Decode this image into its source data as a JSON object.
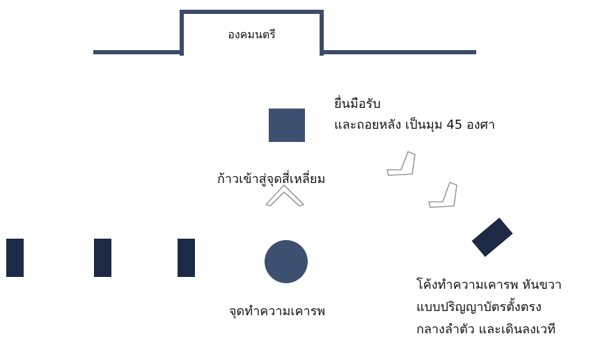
{
  "stage": {
    "label": "องคมนตรี"
  },
  "labels": {
    "approach": "ก้าวเข้าสู่จุดสี่เหลี่ยม",
    "bow_point": "จุดทำความเคารพ",
    "receive_lines": [
      "ยื่นมือรับ",
      "และถอยหลัง เป็นมุม 45 องศา"
    ],
    "final_lines": [
      "โค้งทำความเคารพ หันขวา",
      "แบบปริญญาบัตรตั้งตรง",
      "กลางลำตัว และเดินลงเวที"
    ]
  },
  "colors": {
    "stage": "#3b4b68",
    "square": "#3e506f",
    "circle": "#3e506f",
    "bars": "#1d2a45",
    "chevron_stroke": "#9a9a9a"
  }
}
